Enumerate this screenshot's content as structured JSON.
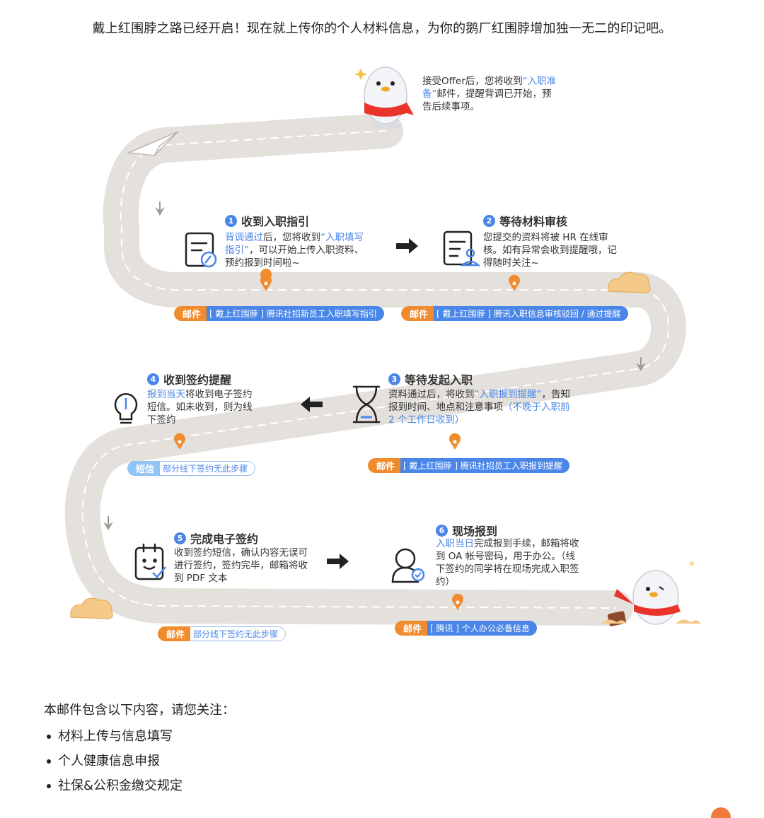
{
  "intro": "戴上红围脖之路已经开启！现在就上传你的个人材料信息，为你的鹅厂红围脖增加独一无二的印记吧。",
  "start_note": {
    "before": "接受Offer后，您将收到",
    "highlight": "“入职准备”",
    "after": "邮件，提醒背调已开始，预告后续事项。"
  },
  "steps": [
    {
      "num": "1",
      "title": "收到入职指引",
      "desc_hl1": "背调通过",
      "desc_mid": "后，您将收到",
      "desc_hl2": "“入职填写指引”",
      "desc_end": "，可以开始上传入职资料、预约报到时间啦~",
      "tag_key": "邮件",
      "tag_value": "[ 戴上红围脖 ] 腾讯社招新员工入职填写指引"
    },
    {
      "num": "2",
      "title": "等待材料审核",
      "desc": "您提交的资料将被 HR 在线审核。如有异常会收到提醒哦，记得随时关注~",
      "tag_key": "邮件",
      "tag_value": "[ 戴上红围脖 ] 腾讯入职信息审核驳回 / 通过提醒"
    },
    {
      "num": "3",
      "title": "等待发起入职",
      "desc_start": "资料通过后，将收到",
      "desc_hl1": "“入职报到提醒”",
      "desc_mid": "，告知报到时间、地点和注意事项",
      "desc_hl2": "（不晚于入职前 2 个工作日收到）",
      "tag_key": "邮件",
      "tag_value": "[ 戴上红围脖 ] 腾讯社招员工入职报到提醒"
    },
    {
      "num": "4",
      "title": "收到签约提醒",
      "desc_hl1": "报到当天",
      "desc_end": "将收到电子签约短信。如未收到，则为线下签约",
      "tag_key": "短信",
      "tag_value": "部分线下签约无此步骤"
    },
    {
      "num": "5",
      "title": "完成电子签约",
      "desc": "收到签约短信，确认内容无误可进行签约，签约完毕，邮箱将收到 PDF 文本",
      "tag_key": "邮件",
      "tag_value": "部分线下签约无此步骤"
    },
    {
      "num": "6",
      "title": "现场报到",
      "desc_hl1": "入职当日",
      "desc_end": "完成报到手续，邮箱将收到 OA 帐号密码，用于办公。（线下签约的同学将在现场完成入职签约）",
      "tag_key": "邮件",
      "tag_value": "[ 腾讯 ] 个人办公必备信息"
    }
  ],
  "list": {
    "title": "本邮件包含以下内容，请您关注：",
    "items": [
      "材料上传与信息填写",
      "个人健康信息申报",
      "社保&公积金缴交规定"
    ]
  },
  "colors": {
    "accent_blue": "#4a86e8",
    "accent_orange": "#f08c2e",
    "road": "#e4e1dc",
    "mascot_scarf": "#e8342a"
  }
}
